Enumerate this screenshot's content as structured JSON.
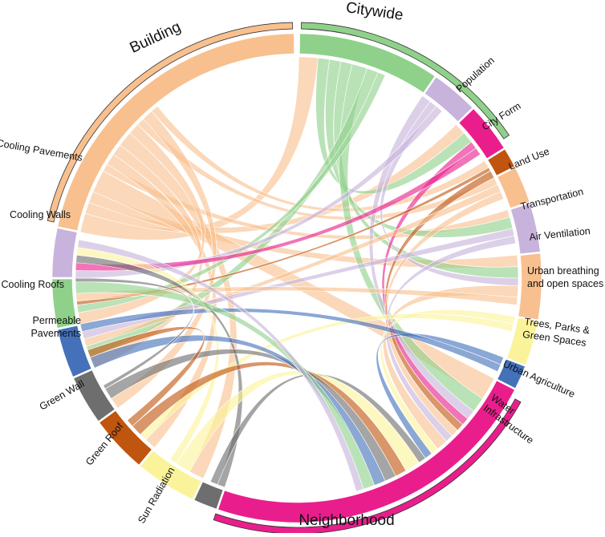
{
  "groups": [
    {
      "label": "Citywide",
      "color": "#8fd18a"
    },
    {
      "label": "Building",
      "color": "#f8c08e"
    },
    {
      "label": "Neighborhood",
      "color": "#e91e8c"
    }
  ],
  "segments": [
    {
      "label": "Population",
      "lines": [
        "Population"
      ],
      "color": "#8fd18a"
    },
    {
      "label": "City Form",
      "lines": [
        "City Form"
      ],
      "color": "#c7b3dc"
    },
    {
      "label": "Land Use",
      "lines": [
        "Land Use"
      ],
      "color": "#e91e8c"
    },
    {
      "label": "Transportation",
      "lines": [
        "Transportation"
      ],
      "color": "#c0550f"
    },
    {
      "label": "Air Ventilation",
      "lines": [
        "Air Ventilation"
      ],
      "color": "#f8c08e"
    },
    {
      "label": "Urban breathing and open spaces",
      "lines": [
        "Urban breathing",
        "and open spaces"
      ],
      "color": "#c7b3dc"
    },
    {
      "label": "Trees, Parks & Green Spaces",
      "lines": [
        "Trees, Parks &",
        "Green Spaces"
      ],
      "color": "#f8c08e"
    },
    {
      "label": "Urban Agriculture",
      "lines": [
        "Urban Agriculture"
      ],
      "color": "#fbf39a"
    },
    {
      "label": "Water Infrastructure",
      "lines": [
        "Water",
        "Infrastructure"
      ],
      "color": "#4471b9"
    },
    {
      "label": "Neighborhood",
      "lines": [],
      "color": "#e91e8c"
    },
    {
      "label": "Sun Radiation",
      "lines": [
        "Sun Radiation"
      ],
      "color": "#6e6e6e"
    },
    {
      "label": "Green Roof",
      "lines": [
        "Green Roof"
      ],
      "color": "#fbf39a"
    },
    {
      "label": "Green Wall",
      "lines": [
        "Green Wall"
      ],
      "color": "#c0550f"
    },
    {
      "label": "Permeable Pavements",
      "lines": [
        "Permeable",
        "Pavements"
      ],
      "color": "#6e6e6e"
    },
    {
      "label": "Cooling Roofs",
      "lines": [
        "Cooling Roofs"
      ],
      "color": "#4471b9"
    },
    {
      "label": "Cooling Walls",
      "lines": [
        "Cooling Walls"
      ],
      "color": "#8fd18a"
    },
    {
      "label": "Cooling Pavements",
      "lines": [
        "Cooling Pavements"
      ],
      "color": "#c7b3dc"
    },
    {
      "label": "Building",
      "lines": [],
      "color": "#f8c08e"
    }
  ]
}
